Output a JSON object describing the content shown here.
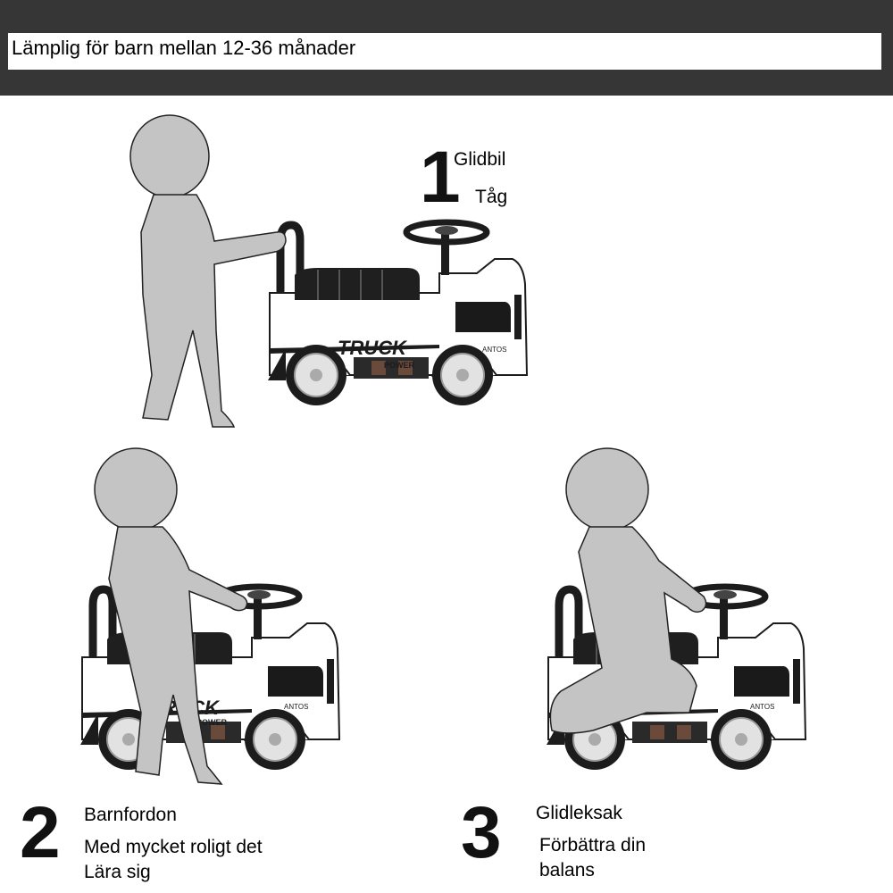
{
  "banner": {
    "text": "Lämplig för barn mellan 12-36 månader"
  },
  "modes": [
    {
      "number": "1",
      "lines": [
        "Glidbil",
        "Tåg"
      ]
    },
    {
      "number": "2",
      "lines": [
        "Barnfordon",
        "Med mycket roligt det",
        "Lära sig"
      ]
    },
    {
      "number": "3",
      "lines": [
        "Glidleksak",
        "Förbättra din",
        "balans"
      ]
    }
  ],
  "truck": {
    "decal_main": "TRUCK",
    "decal_sub": "POWER",
    "badge": "ANTOS"
  },
  "colors": {
    "topbar": "#363636",
    "silhouette": "#c4c4c4",
    "truck_body": "#ffffff",
    "truck_trim": "#1c1c1c"
  }
}
